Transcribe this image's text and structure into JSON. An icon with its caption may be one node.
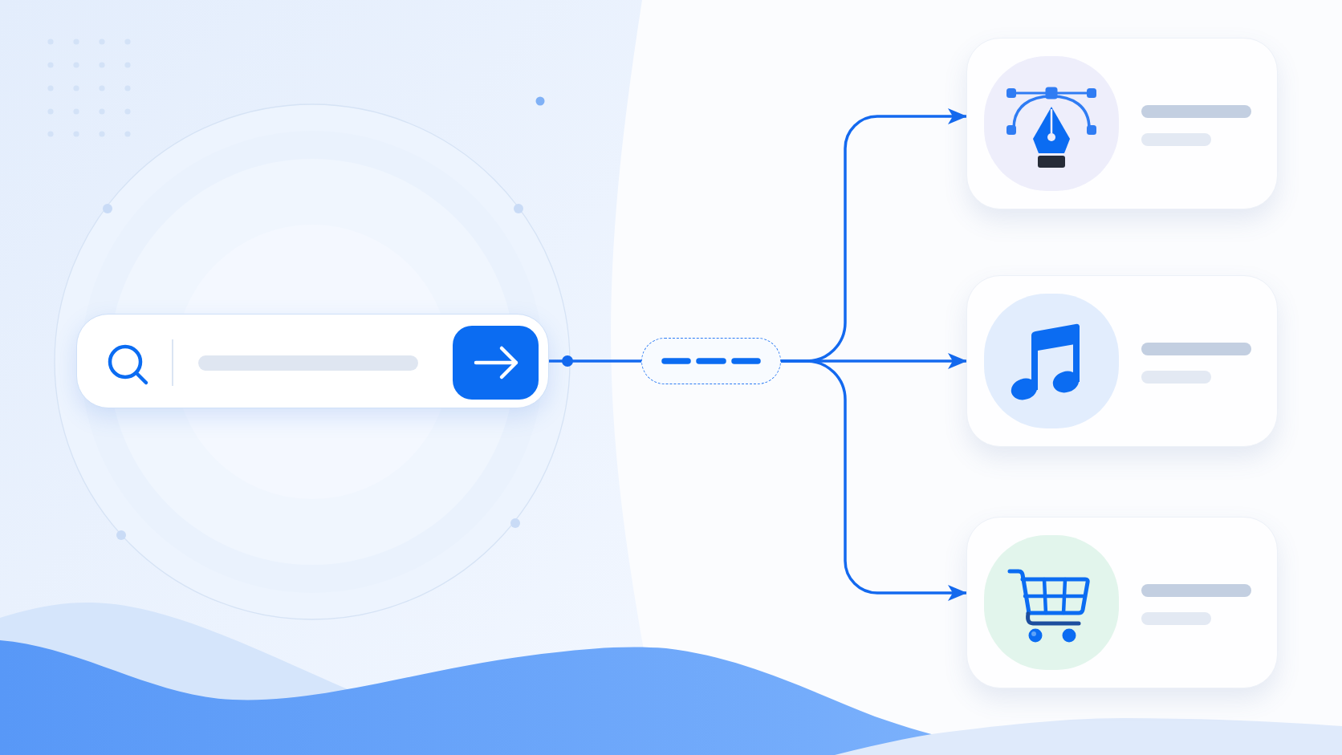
{
  "diagram": {
    "nodes": [
      {
        "text": [],
        "shape": "box"
      },
      {
        "text": [],
        "shape": "box"
      },
      {
        "text": [],
        "shape": "box"
      },
      {
        "text": [],
        "shape": "box"
      },
      {
        "text": [],
        "shape": "box"
      }
    ],
    "edges": [
      {
        "from": 0,
        "to": 1,
        "arrow": "other"
      },
      {
        "from": 1,
        "to": 2,
        "arrow": "to"
      },
      {
        "from": 1,
        "to": 3,
        "arrow": "to"
      },
      {
        "from": 1,
        "to": 4,
        "arrow": "to"
      }
    ]
  }
}
